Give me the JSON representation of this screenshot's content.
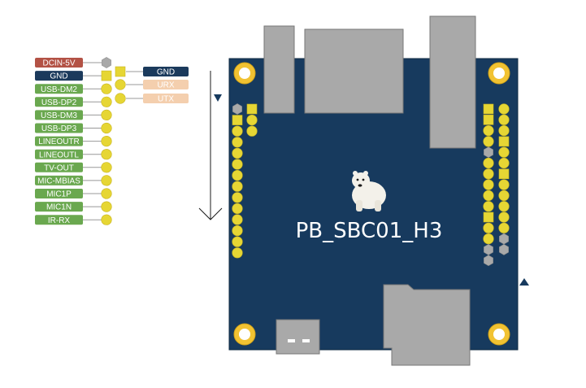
{
  "board": {
    "name": "PB_SBC01_H3",
    "colors": {
      "pcb": "#173a5e",
      "pcb_border": "#0f2942",
      "pin_gold": "#e6d634",
      "pin_gray": "#a9a9a9",
      "hole": "#f1c232",
      "connector": "#a9a9a9"
    }
  },
  "left_pin_labels": [
    {
      "text": "DCIN-5V",
      "color": "#b35245",
      "pin": "gray-hex"
    },
    {
      "text": "GND",
      "color": "#1b3a5c",
      "pin": "gold-square"
    },
    {
      "text": "USB-DM2",
      "color": "#6aa84f",
      "pin": "gold-circle"
    },
    {
      "text": "USB-DP2",
      "color": "#6aa84f",
      "pin": "gold-circle"
    },
    {
      "text": "USB-DM3",
      "color": "#6aa84f",
      "pin": "gold-circle"
    },
    {
      "text": "USB-DP3",
      "color": "#6aa84f",
      "pin": "gold-circle"
    },
    {
      "text": "LINEOUTR",
      "color": "#6aa84f",
      "pin": "gold-circle"
    },
    {
      "text": "LINEOUTL",
      "color": "#6aa84f",
      "pin": "gold-circle"
    },
    {
      "text": "TV-OUT",
      "color": "#6aa84f",
      "pin": "gold-circle"
    },
    {
      "text": "MIC-MBIAS",
      "color": "#6aa84f",
      "pin": "gold-circle"
    },
    {
      "text": "MIC1P",
      "color": "#6aa84f",
      "pin": "gold-circle"
    },
    {
      "text": "MIC1N",
      "color": "#6aa84f",
      "pin": "gold-circle"
    },
    {
      "text": "IR-RX",
      "color": "#6aa84f",
      "pin": "gold-circle"
    }
  ],
  "right_pin_labels": [
    {
      "text": "GND",
      "color": "#1b3a5c",
      "text_color": "#ffffff",
      "pin": "gold-square"
    },
    {
      "text": "URX",
      "color": "#f4cfae",
      "text_color": "#ffffff",
      "pin": "gold-circle"
    },
    {
      "text": "UTX",
      "color": "#f4cfae",
      "text_color": "#ffffff",
      "pin": "gold-circle"
    }
  ],
  "left_header_pins": [
    "gray-hex",
    "gold-square",
    "gold-square",
    "gold-circle",
    "gold-circle",
    "gold-circle",
    "gold-circle",
    "gold-circle",
    "gold-circle",
    "gold-circle",
    "gold-circle",
    "gold-circle",
    "gold-circle",
    "gold-circle",
    "gold-circle",
    "gold-circle",
    "gold-circle",
    "gold-circle",
    "gold-circle",
    "gold-circle",
    "gold-circle",
    "gold-circle",
    "gold-circle",
    "gold-circle",
    "gold-circle",
    "gold-circle",
    "gold-circle",
    "gold-circle"
  ],
  "right_header_pins": [
    "gold-square",
    "gold-circle",
    "gold-square",
    "gold-circle",
    "gold-circle",
    "gold-circle",
    "gold-circle",
    "gold-square",
    "gray-hex",
    "gold-circle",
    "gold-circle",
    "gold-circle",
    "gold-circle",
    "gold-square",
    "gold-circle",
    "gold-circle",
    "gold-circle",
    "gold-circle",
    "gold-circle",
    "gold-circle",
    "gold-square",
    "gold-circle",
    "gold-circle",
    "gold-circle",
    "gold-circle",
    "gray-hex",
    "gray-hex",
    "gray-hex",
    "gray-hex"
  ]
}
